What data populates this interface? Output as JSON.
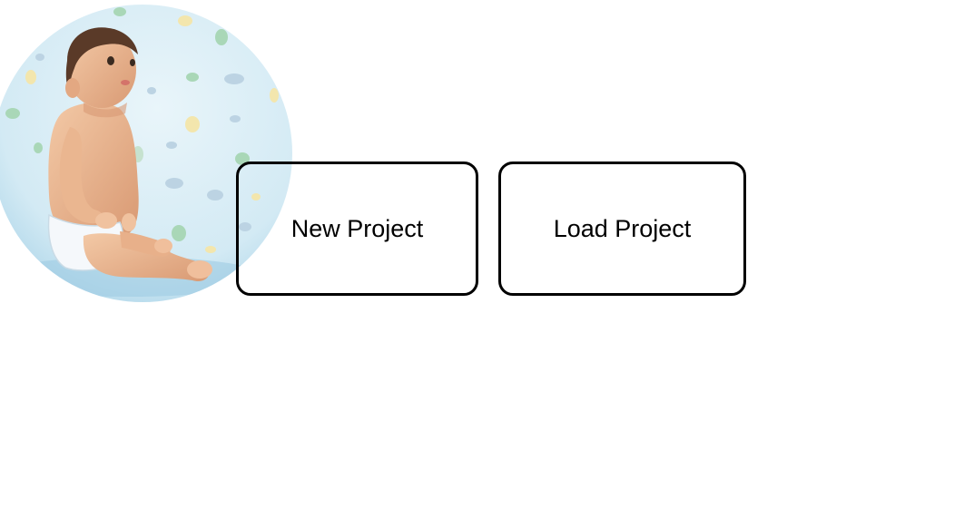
{
  "hero_image": {
    "icon": "baby-photo",
    "background_color": "#dbeef6",
    "confetti_colors": [
      "#a9d7b7",
      "#f3e6ad",
      "#bcd3e3",
      "#c6e2cf"
    ]
  },
  "actions": {
    "new_project_label": "New Project",
    "load_project_label": "Load Project"
  }
}
